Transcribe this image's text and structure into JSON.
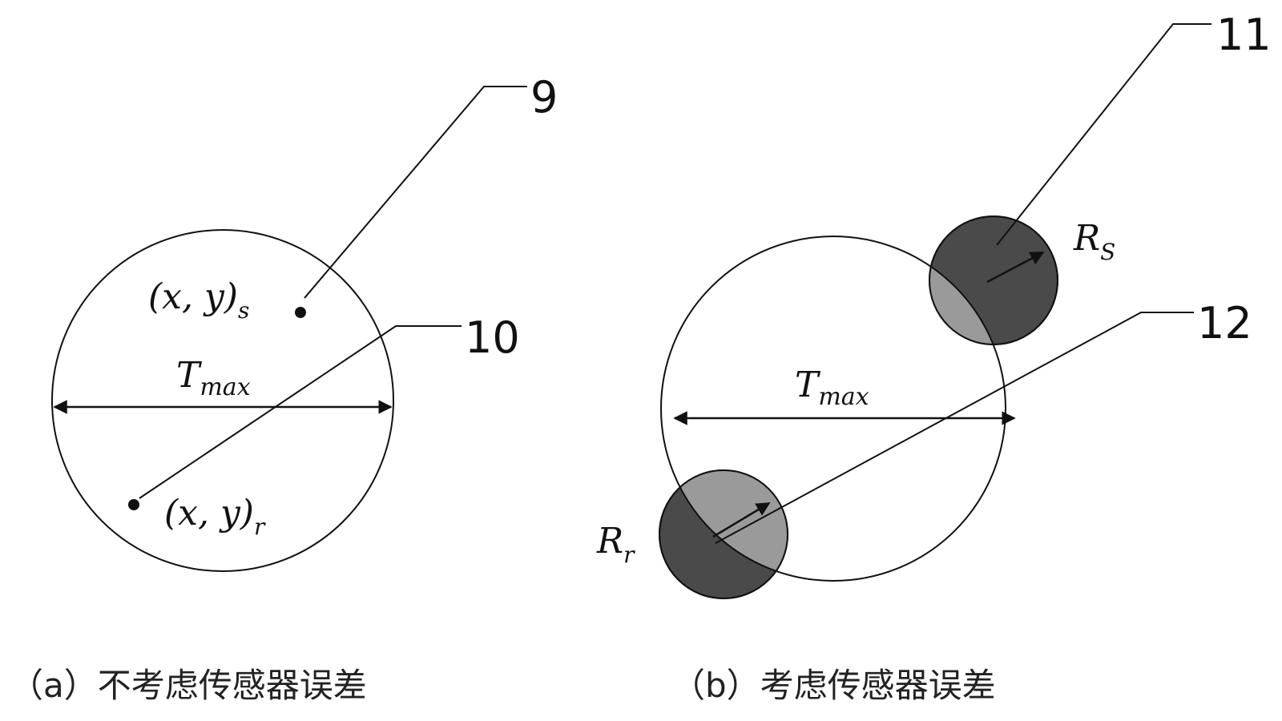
{
  "panel_a": {
    "caption": "（a）不考虑传感器误差",
    "point_s_label": "(x, y)",
    "point_s_subscript": "s",
    "point_r_label": "(x, y)",
    "point_r_subscript": "r",
    "diameter_label": "T",
    "diameter_subscript": "max",
    "callout_9": "9",
    "callout_10": "10"
  },
  "panel_b": {
    "caption": "（b）考虑传感器误差",
    "diameter_label": "T",
    "diameter_subscript": "max",
    "radius_s_label": "R",
    "radius_s_subscript": "S",
    "radius_r_label": "R",
    "radius_r_subscript": "r",
    "callout_11": "11",
    "callout_12": "12"
  },
  "colors": {
    "line": "#111111",
    "dark_fill": "#4a4a4a",
    "light_fill": "#9a9a9a",
    "background": "#ffffff"
  }
}
